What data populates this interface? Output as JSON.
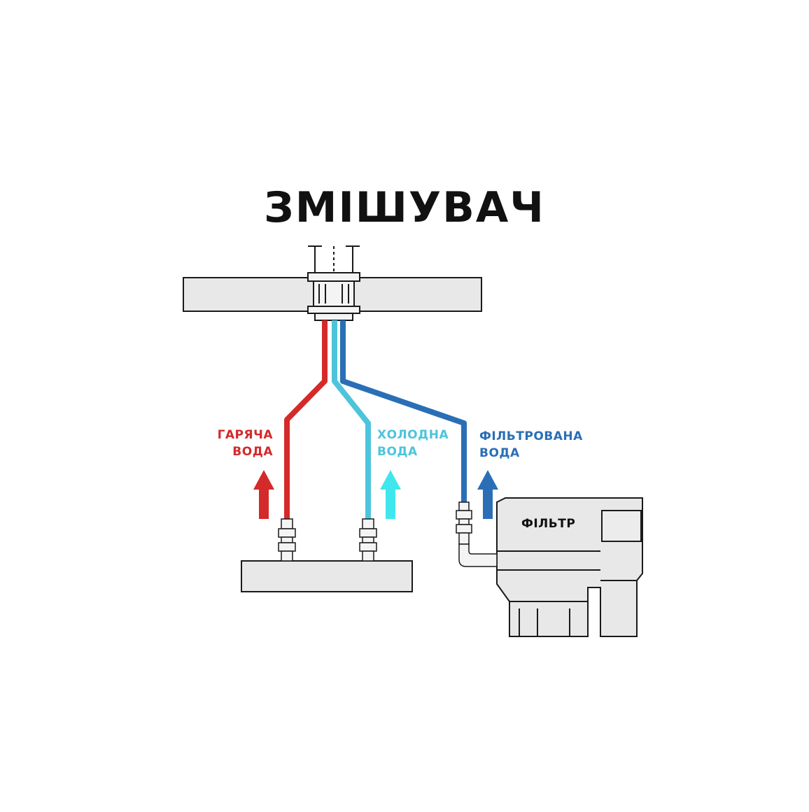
{
  "title": "ЗМІШУВАЧ",
  "labels": {
    "hot": [
      "ГАРЯЧА",
      "ВОДА"
    ],
    "cold": [
      "ХОЛОДНА",
      "ВОДА"
    ],
    "filtered": [
      "ФІЛЬТРОВАНА",
      "ВОДА"
    ],
    "filter": "ФІЛЬТР"
  },
  "colors": {
    "hot": "#d42a2a",
    "cold": "#4ec4dc",
    "filtered": "#2a6fb6",
    "outline": "#1a1a1a",
    "panel": "#e8e8e8"
  }
}
